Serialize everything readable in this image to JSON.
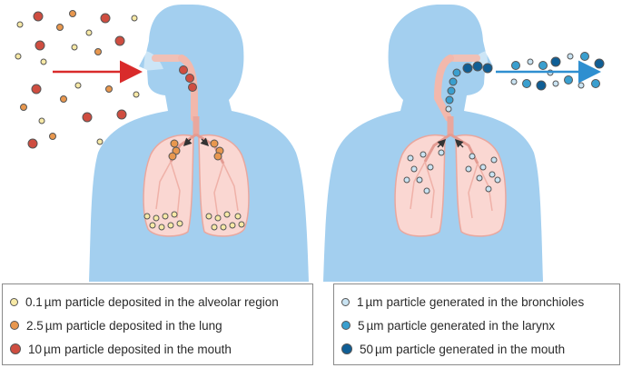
{
  "legend_inhaled": [
    {
      "size": "0.1",
      "unit": "µm",
      "text": "particle deposited in the alveolar region",
      "color": "#f7e9a6",
      "dot": 9
    },
    {
      "size": "2.5",
      "unit": "µm",
      "text": "particle deposited in the lung",
      "color": "#e8974e",
      "dot": 10
    },
    {
      "size": "10",
      "unit": "µm",
      "text": "particle deposited in the mouth",
      "color": "#cf4d40",
      "dot": 12
    }
  ],
  "legend_exhaled": [
    {
      "size": "1",
      "unit": "µm",
      "text": "particle generated in the bronchioles",
      "color": "#c9e3f2",
      "dot": 9
    },
    {
      "size": "5",
      "unit": "µm",
      "text": "particle generated in the larynx",
      "color": "#3a9fcf",
      "dot": 10
    },
    {
      "size": "50",
      "unit": "µm",
      "text": "particle generated in the mouth",
      "color": "#0f5e95",
      "dot": 12
    }
  ],
  "colors": {
    "body": "#a3cfef",
    "lung": "#fad7d2",
    "lung_outline": "#e9a79e",
    "inhale_arrow": "#d92b2b",
    "exhale_arrow": "#2f8fd0"
  },
  "icons": [
    "person-silhouette-icon",
    "lungs-icon",
    "arrow-right-icon"
  ]
}
